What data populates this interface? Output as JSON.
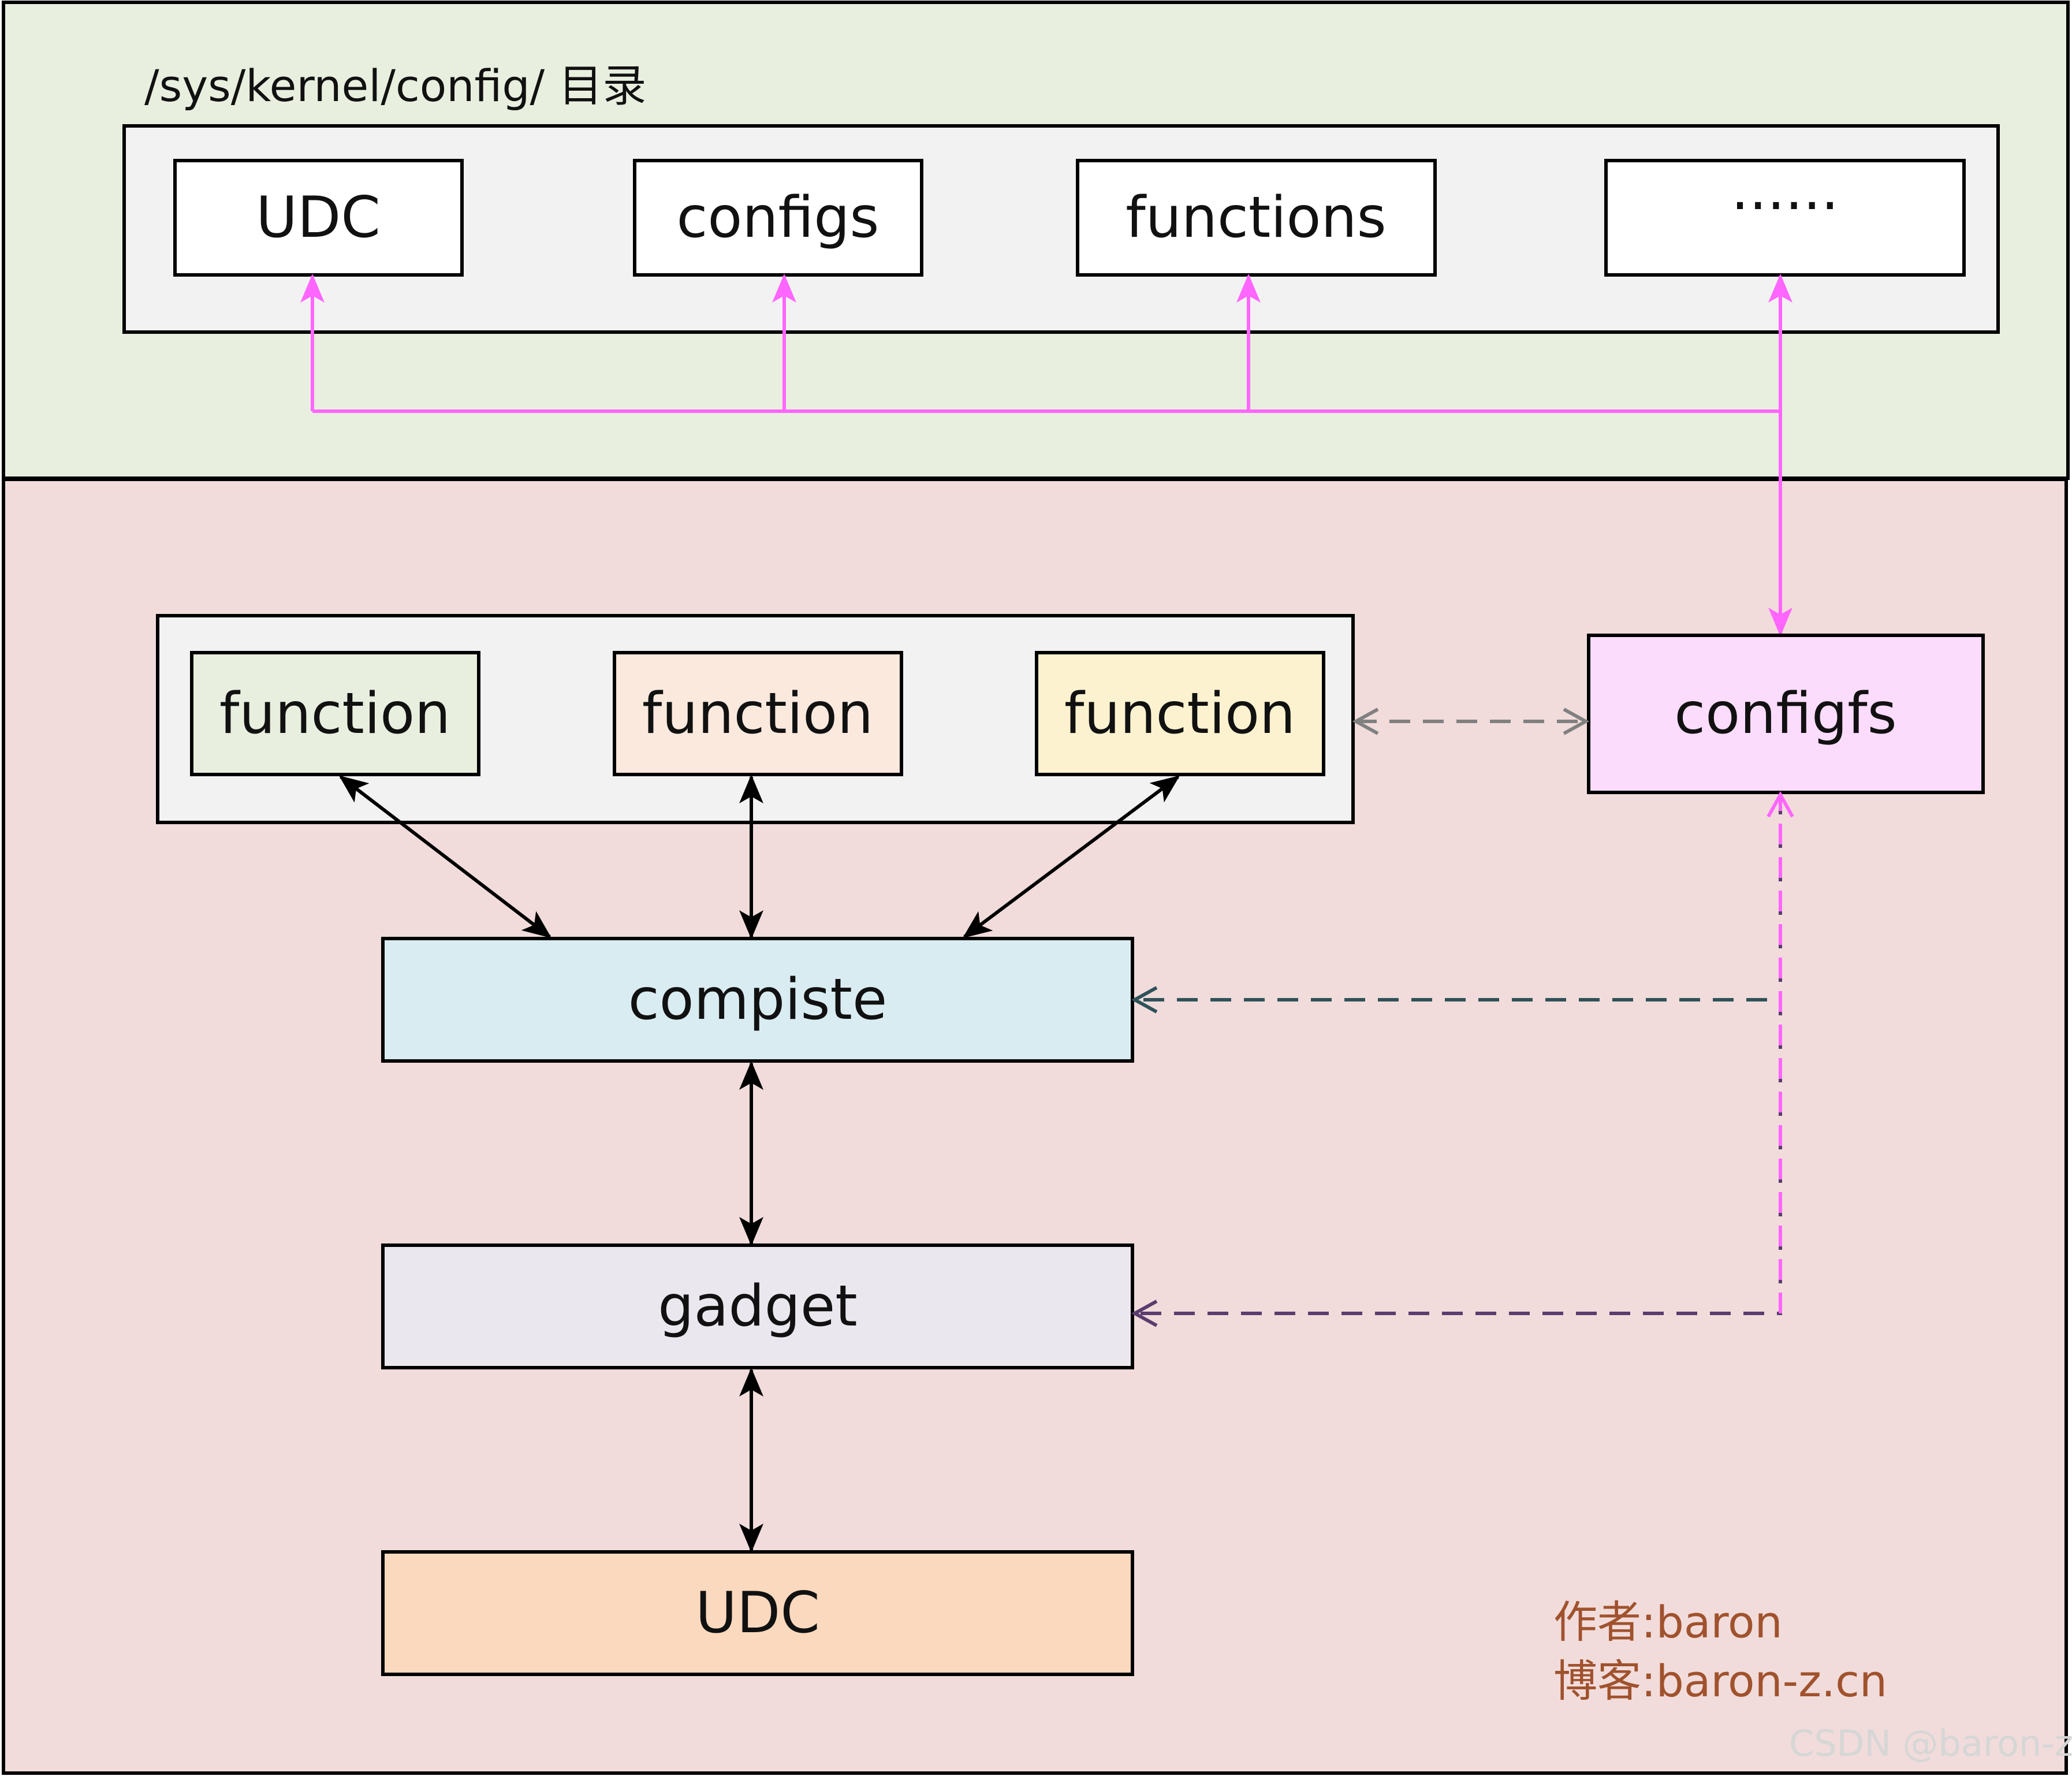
{
  "top_region": {
    "label": "/sys/kernel/config/ 目录",
    "fill": "#e8efdf",
    "items": [
      {
        "label": "UDC"
      },
      {
        "label": "configs"
      },
      {
        "label": "functions"
      },
      {
        "label": "······"
      }
    ]
  },
  "bottom_region": {
    "fill": "#f1dcdb",
    "functions": [
      {
        "label": "function",
        "fill": "#e8efdf"
      },
      {
        "label": "function",
        "fill": "#fbe9de"
      },
      {
        "label": "function",
        "fill": "#fdf2cf"
      }
    ],
    "configfs": {
      "label": "configfs",
      "fill": "#fcdcfc"
    },
    "compiste": {
      "label": "compiste",
      "fill": "#d9ecf1"
    },
    "gadget": {
      "label": "gadget",
      "fill": "#ebe7ef"
    },
    "udc": {
      "label": "UDC",
      "fill": "#fad9be"
    }
  },
  "colors": {
    "link_magenta": "#ff66ff",
    "link_gray": "#808080",
    "link_teal": "#2f5259",
    "link_purple": "#5a3d6e",
    "container_gray": "#f2f2f2"
  },
  "author": {
    "line1": "作者:baron",
    "line2": "博客:baron-z.cn"
  },
  "watermark": "CSDN @baron-z"
}
